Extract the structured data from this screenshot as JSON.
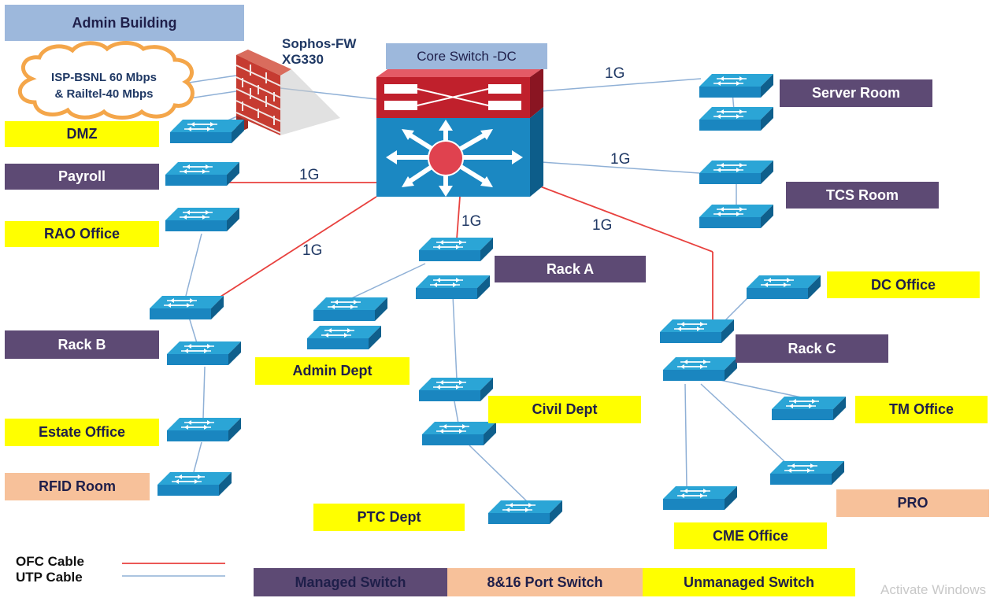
{
  "title": "Admin Building",
  "firewall": {
    "label_line1": "Sophos-FW",
    "label_line2": "XG330"
  },
  "isp": {
    "line1": "ISP-BSNL 60 Mbps",
    "line2": "& Railtel-40 Mbps"
  },
  "core_switch": {
    "label": "Core Switch  -DC"
  },
  "locations": {
    "dmz": "DMZ",
    "payroll": "Payroll",
    "rao_office": "RAO Office",
    "rack_b": "Rack B",
    "estate_office": "Estate Office",
    "rfid_room": "RFID Room",
    "admin_dept": "Admin Dept",
    "rack_a": "Rack A",
    "civil_dept": "Civil Dept",
    "ptc_dept": "PTC Dept",
    "server_room": "Server Room",
    "tcs_room": "TCS Room",
    "dc_office": "DC Office",
    "rack_c": "Rack C",
    "tm_office": "TM Office",
    "pro": "PRO",
    "cme_office": "CME Office"
  },
  "link_speed": "1G",
  "legend": {
    "ofc": "OFC Cable",
    "utp": "UTP Cable",
    "managed": "Managed Switch",
    "port_switch": "8&16 Port Switch",
    "unmanaged": "Unmanaged Switch"
  },
  "colors": {
    "ofc_cable": "#e8413e",
    "utp_cable": "#8fb0d6",
    "managed": "#5d4a74",
    "port_switch": "#f7c19a",
    "unmanaged": "#ffff00",
    "switch_top": "#2ba5d6",
    "switch_front": "#1a86c0"
  },
  "watermark": "Activate Windows"
}
